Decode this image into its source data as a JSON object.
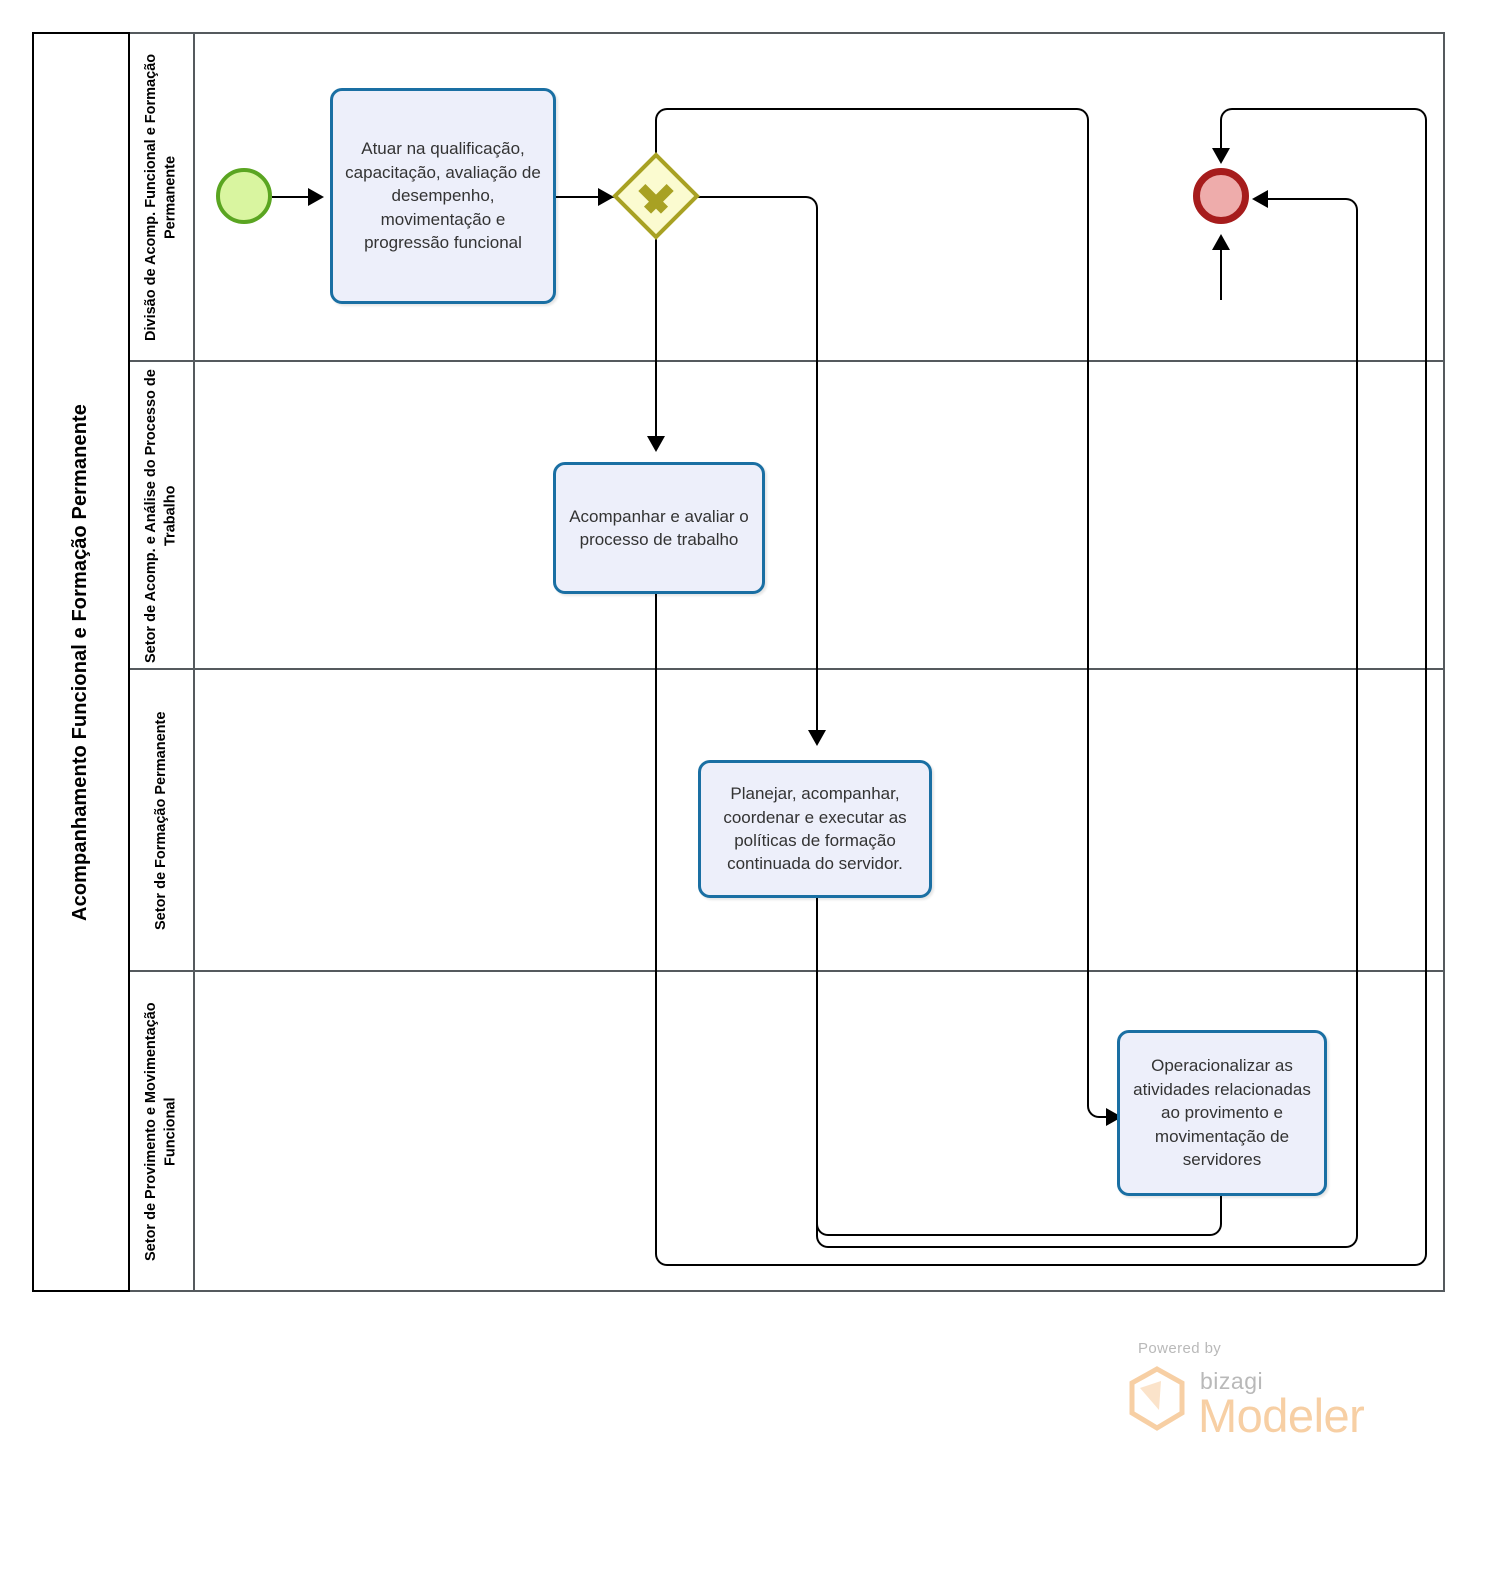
{
  "diagram": {
    "type": "bpmn-process",
    "pool": {
      "name": "Acompanhamento Funcional e Formação Permanente"
    },
    "lanes": [
      {
        "id": "lane-1",
        "name": "Divisão de Acomp. Funcional e Formação Permanente"
      },
      {
        "id": "lane-2",
        "name": "Setor de Acomp. e Análise do Processo de Trabalho"
      },
      {
        "id": "lane-3",
        "name": "Setor de Formação Permanente"
      },
      {
        "id": "lane-4",
        "name": "Setor de Provimento e Movimentação Funcional"
      }
    ],
    "events": [
      {
        "id": "start-event",
        "type": "start",
        "label": "",
        "fill": "#d9f5a0",
        "stroke": "#5aa521"
      },
      {
        "id": "end-event",
        "type": "end",
        "label": "",
        "fill": "#eeacab",
        "stroke": "#a61c1c"
      }
    ],
    "gateways": [
      {
        "id": "parallel-gateway",
        "type": "parallel",
        "symbol": "+",
        "fill": "#fbfbd0",
        "stroke": "#a8a123"
      }
    ],
    "tasks": [
      {
        "id": "task-qualificacao",
        "lane": "lane-1",
        "text": "Atuar na qualificação, capacitação, avaliação de desempenho, movimentação e progressão funcional"
      },
      {
        "id": "task-acompanhar-avaliar",
        "lane": "lane-2",
        "text": "Acompanhar e avaliar o processo de trabalho"
      },
      {
        "id": "task-planejar-politicas",
        "lane": "lane-3",
        "text": "Planejar, acompanhar, coordenar e executar as políticas de formação continuada do servidor."
      },
      {
        "id": "task-operacionalizar",
        "lane": "lane-4",
        "text": "Operacionalizar as atividades relacionadas ao provimento e movimentação de servidores"
      }
    ],
    "colors": {
      "task_fill": "#edeffa",
      "task_stroke": "#1a6fa3",
      "pool_border": "#000000",
      "lane_border": "#555a5e",
      "connector": "#000000"
    }
  },
  "footer": {
    "powered_by": "Powered by",
    "brand": "bizagi",
    "product": "Modeler"
  }
}
